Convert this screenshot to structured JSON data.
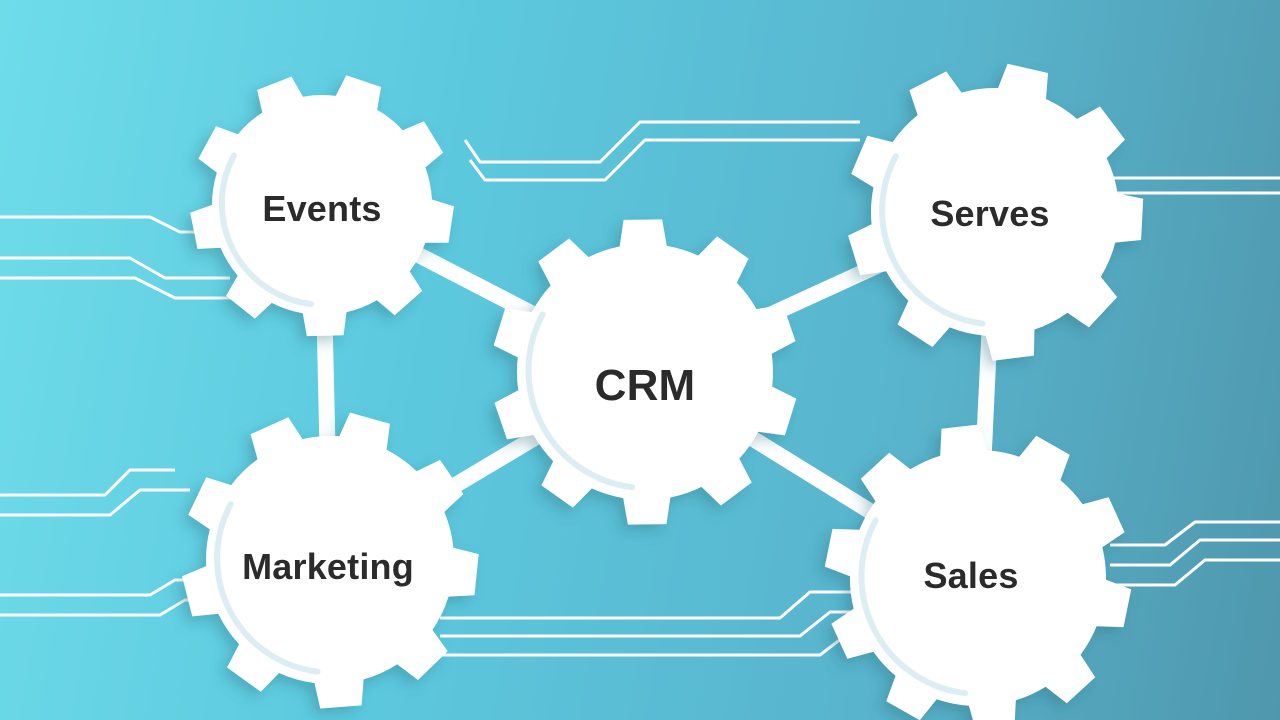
{
  "diagram": {
    "center": {
      "label": "CRM"
    },
    "nodes": [
      {
        "id": "events",
        "label": "Events"
      },
      {
        "id": "serves",
        "label": "Serves"
      },
      {
        "id": "marketing",
        "label": "Marketing"
      },
      {
        "id": "sales",
        "label": "Sales"
      }
    ],
    "connections": [
      [
        "events",
        "crm"
      ],
      [
        "serves",
        "crm"
      ],
      [
        "marketing",
        "crm"
      ],
      [
        "sales",
        "crm"
      ],
      [
        "events",
        "marketing"
      ],
      [
        "serves",
        "sales"
      ]
    ]
  },
  "colors": {
    "gear_fill": "#ffffff",
    "gear_shadow": "#dceef3",
    "circuit_line": "#ffffff",
    "label_text": "#2b2b2b"
  }
}
